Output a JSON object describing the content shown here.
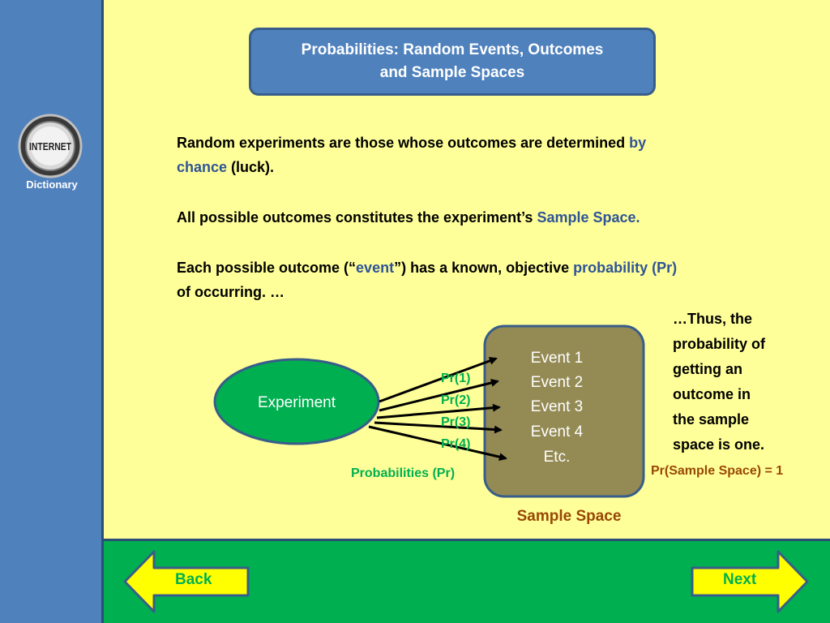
{
  "sidebar": {
    "logo_text": "INTERNET",
    "dictionary_label": "Dictionary"
  },
  "title": {
    "line1": "Probabilities: Random Events, Outcomes",
    "line2": "and Sample Spaces"
  },
  "paragraphs": {
    "p1_part1": "Random experiments are those whose outcomes are determined ",
    "p1_highlight1": "by",
    "p1_highlight2": "chance",
    "p1_part2": " (luck).",
    "p2_part1": "All possible outcomes constitutes the experiment’s ",
    "p2_highlight": "Sample Space.",
    "p3_part1": "Each possible outcome (“",
    "p3_highlight1": "event",
    "p3_part2": "”) has a known, objective ",
    "p3_highlight2": "probability (Pr)",
    "p3_part3": "of occurring. …"
  },
  "diagram": {
    "experiment_label": "Experiment",
    "events": [
      "Event 1",
      "Event 2",
      "Event 3",
      "Event 4",
      "Etc."
    ],
    "pr_labels": [
      "Pr(1)",
      "Pr(2)",
      "Pr(3)",
      "Pr(4)"
    ],
    "probabilities_label": "Probabilities (Pr)",
    "sample_space_label": "Sample Space",
    "colors": {
      "experiment_fill": "#00b050",
      "sample_space_fill": "#948a54",
      "pr_color": "#00b050",
      "sample_space_text": "#984806"
    }
  },
  "side_note": {
    "lines": [
      "…Thus, the",
      "probability of",
      "getting an",
      "outcome in",
      "the sample",
      "space is one."
    ],
    "formula": "Pr(Sample Space) = 1"
  },
  "navigation": {
    "back_label": "Back",
    "next_label": "Next"
  }
}
